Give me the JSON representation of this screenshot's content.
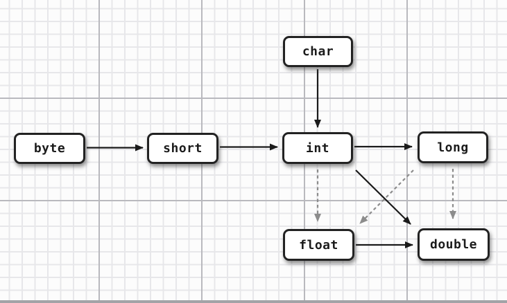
{
  "diagram": {
    "type": "flow",
    "nodes": [
      {
        "id": "byte",
        "label": "byte"
      },
      {
        "id": "short",
        "label": "short"
      },
      {
        "id": "char",
        "label": "char"
      },
      {
        "id": "int",
        "label": "int"
      },
      {
        "id": "long",
        "label": "long"
      },
      {
        "id": "float",
        "label": "float"
      },
      {
        "id": "double",
        "label": "double"
      }
    ],
    "edges": [
      {
        "from": "byte",
        "to": "short",
        "style": "solid"
      },
      {
        "from": "short",
        "to": "int",
        "style": "solid"
      },
      {
        "from": "char",
        "to": "int",
        "style": "solid"
      },
      {
        "from": "int",
        "to": "long",
        "style": "solid"
      },
      {
        "from": "int",
        "to": "double",
        "style": "solid"
      },
      {
        "from": "float",
        "to": "double",
        "style": "solid"
      },
      {
        "from": "int",
        "to": "float",
        "style": "dashed"
      },
      {
        "from": "long",
        "to": "float",
        "style": "dashed"
      },
      {
        "from": "long",
        "to": "double",
        "style": "dashed"
      }
    ],
    "colors": {
      "solid_arrow": "#1a1a1a",
      "dashed_arrow": "#8c8c8c",
      "box_border": "#222222",
      "box_fill": "#ffffff",
      "grid_minor": "#e7e7ea",
      "grid_major": "#b9b9be",
      "background": "#fcfcfc",
      "bottom_strip": "#a3a3a7"
    }
  }
}
